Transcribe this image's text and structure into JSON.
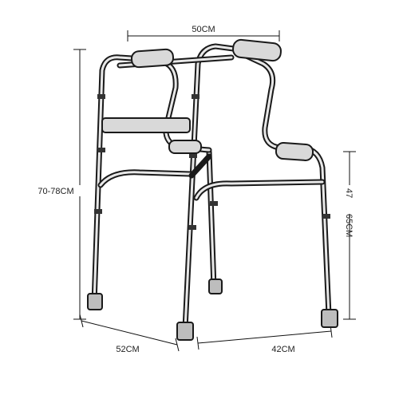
{
  "diagram": {
    "subject": "folding-walker",
    "dimensions": {
      "top_width": "50CM",
      "height": "70-78CM",
      "armrest_height_top": "47",
      "armrest_height_bottom": "65CM",
      "depth_left": "52CM",
      "depth_right": "42CM"
    }
  }
}
